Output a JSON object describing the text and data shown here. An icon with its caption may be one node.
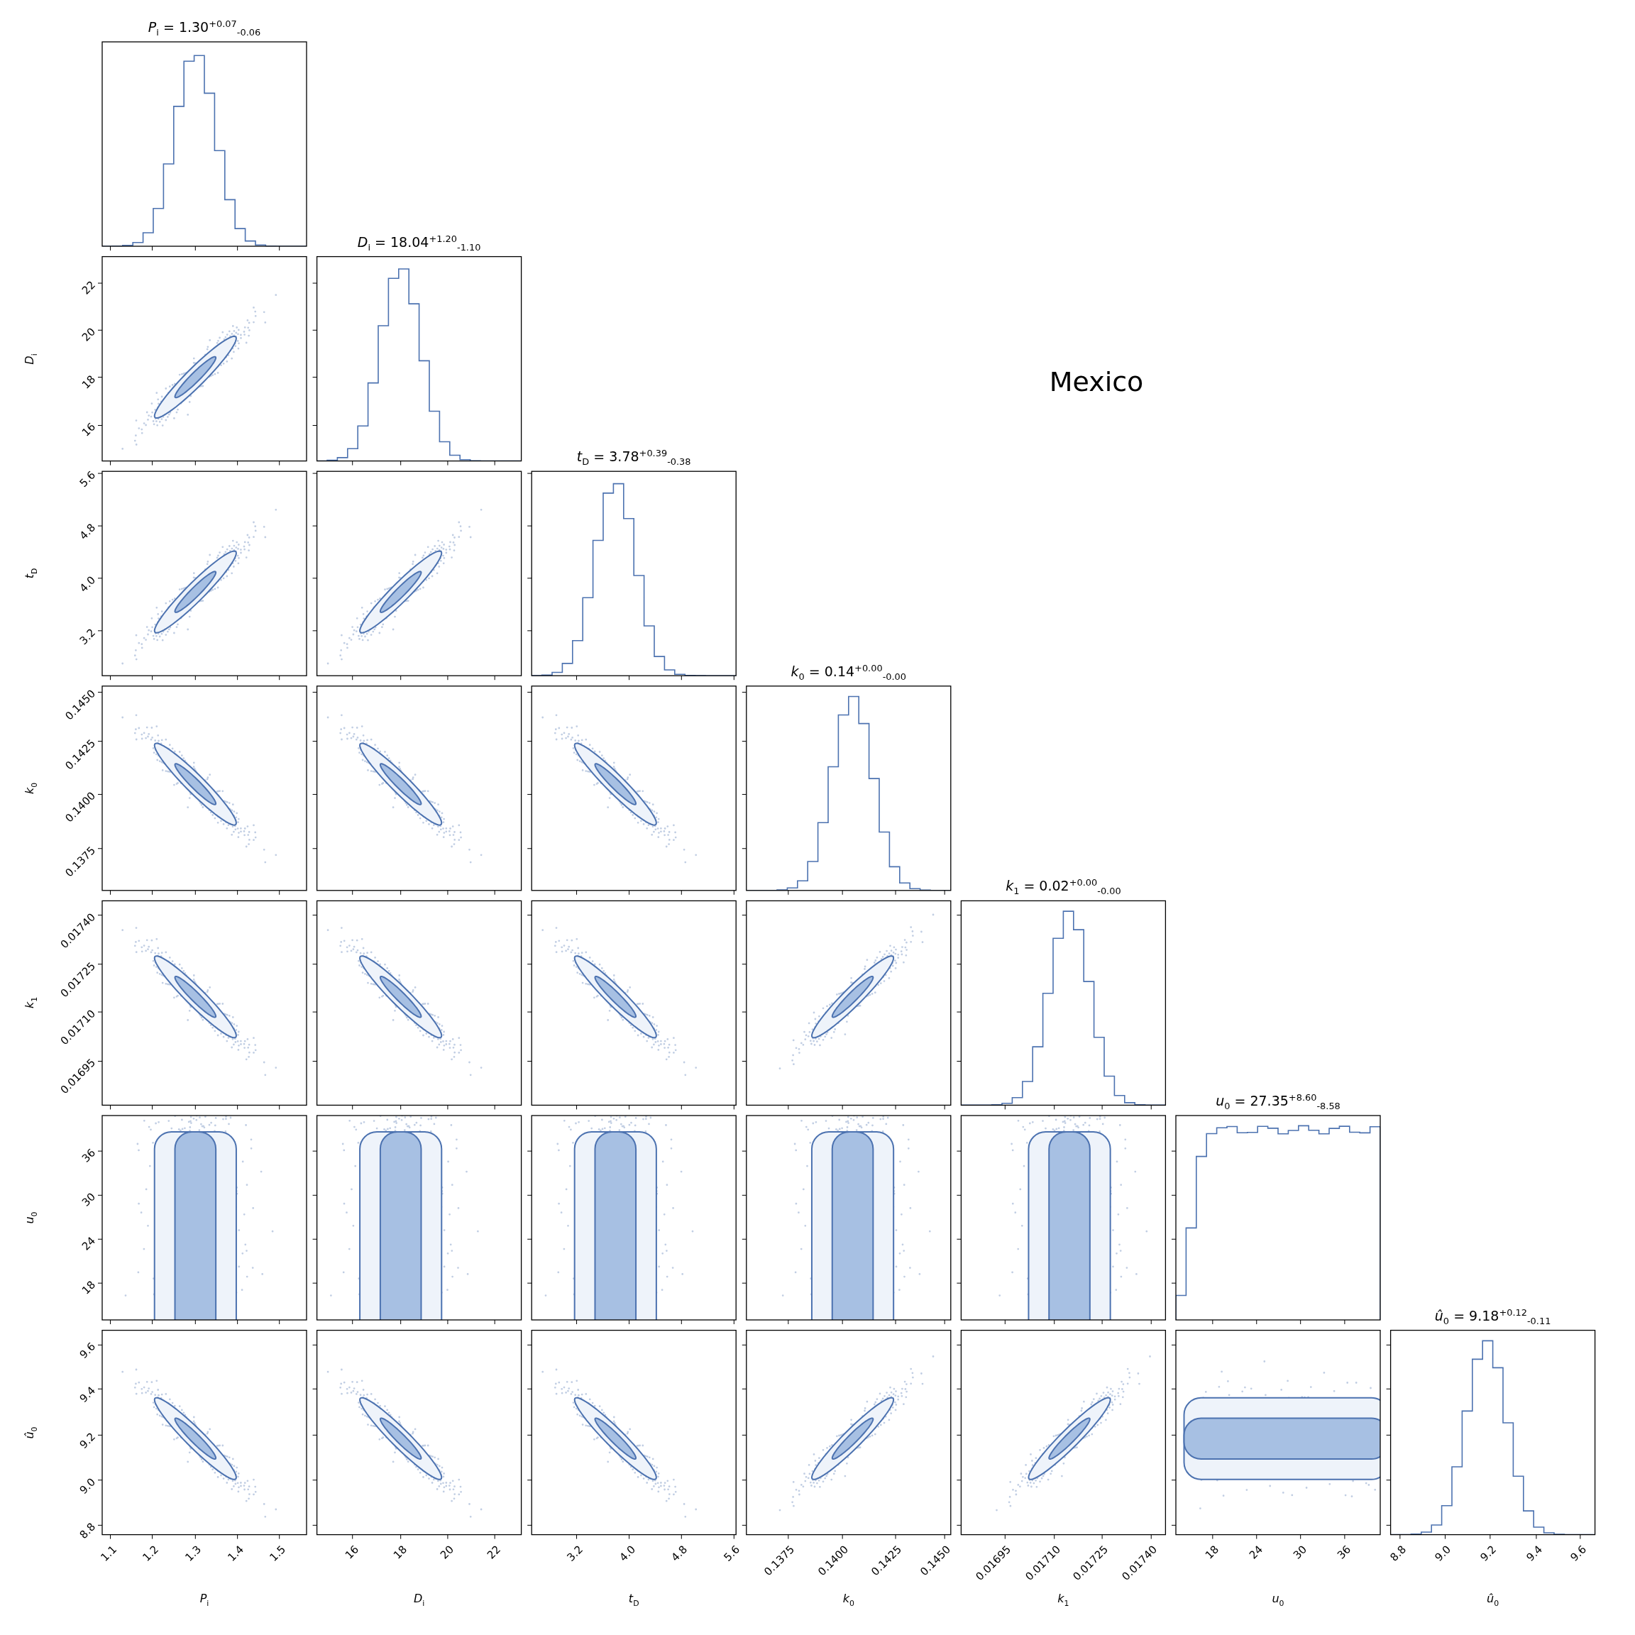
{
  "diagram": {
    "labels": [
      "*P*$_{i}$ = 1.30$^{+0.07}$$_{-0.06}$",
      "*D*$_{i}$ = 18.04$^{+1.20}$$_{-1.10}$",
      "*t*$_{D}$ = 3.78$^{+0.39}$$_{-0.38}$",
      "*k*$_{0}$ = 0.14$^{+0.00}$$_{-0.00}$",
      "*k*$_{1}$ = 0.02$^{+0.00}$$_{-0.00}$",
      "*u*$_{0}$ = 27.35$^{+8.60}$$_{-8.58}$",
      "*û*$_{0}$ = 9.18$^{+0.12}$$_{-0.11}$",
      "Mexico",
      "*D*$_{i}$",
      "22",
      "20",
      "18",
      "16",
      "*t*$_{D}$",
      "5.6",
      "4.8",
      "4.0",
      "3.2",
      "*k*$_{0}$",
      "0.1450",
      "0.1425",
      "0.1400",
      "0.1375",
      "*k*$_{1}$",
      "0.01740",
      "0.01725",
      "0.01710",
      "0.01695",
      "*u*$_{0}$",
      "36",
      "30",
      "24",
      "18",
      "*û*$_{0}$",
      "9.6",
      "9.4",
      "9.2",
      "9.0",
      "8.8",
      "1.1",
      "1.2",
      "1.3",
      "1.4",
      "1.5",
      "16",
      "18",
      "20",
      "22",
      "3.2",
      "4.0",
      "4.8",
      "5.6",
      "0.1375",
      "0.1400",
      "0.1425",
      "0.1450",
      "0.01695",
      "0.01710",
      "0.01725",
      "0.01740",
      "18",
      "24",
      "30",
      "36",
      "8.8",
      "9.0",
      "9.2",
      "9.4",
      "9.6",
      "*P*$_{i}$",
      "*D*$_{i}$",
      "*t*$_{D}$",
      "*k*$_{0}$",
      "*k*$_{1}$",
      "*u*$_{0}$",
      "*û*$_{0}$"
    ]
  }
}
